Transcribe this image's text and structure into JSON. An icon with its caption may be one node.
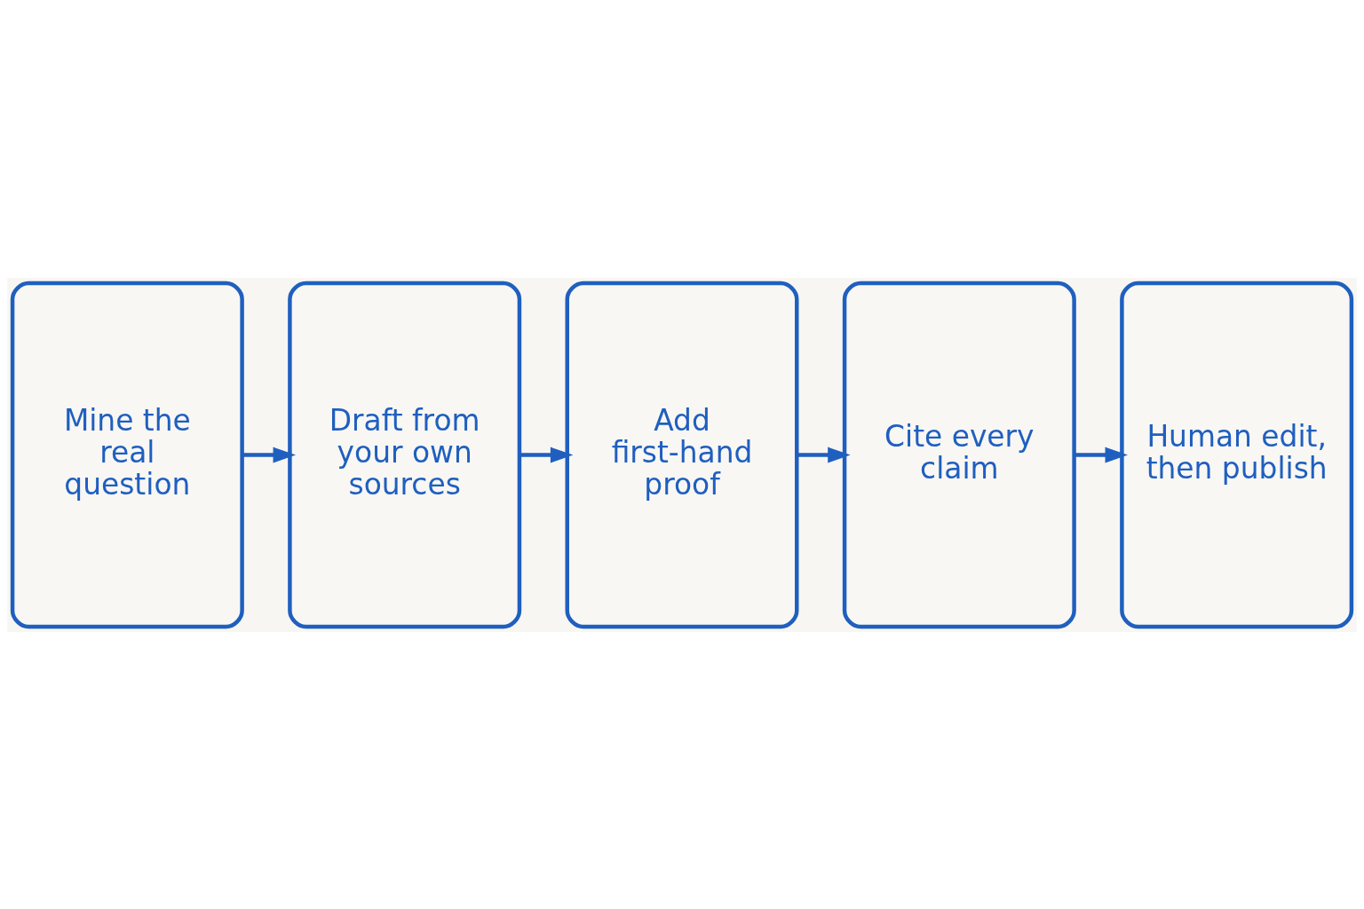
{
  "diagram": {
    "nodes": [
      {
        "text": [
          "Mine the real question"
        ]
      },
      {
        "text": [
          "Draft from your own sources"
        ]
      },
      {
        "text": [
          "Add first-hand proof"
        ]
      },
      {
        "text": [
          "Cite every claim"
        ]
      },
      {
        "text": [
          "Human edit, then publish"
        ]
      }
    ],
    "edges": [
      {
        "from": 0,
        "to": 1,
        "arrow": "to"
      },
      {
        "from": 1,
        "to": 2,
        "arrow": "to"
      },
      {
        "from": 2,
        "to": 3,
        "arrow": "to"
      },
      {
        "from": 3,
        "to": 4,
        "arrow": "to"
      }
    ]
  }
}
